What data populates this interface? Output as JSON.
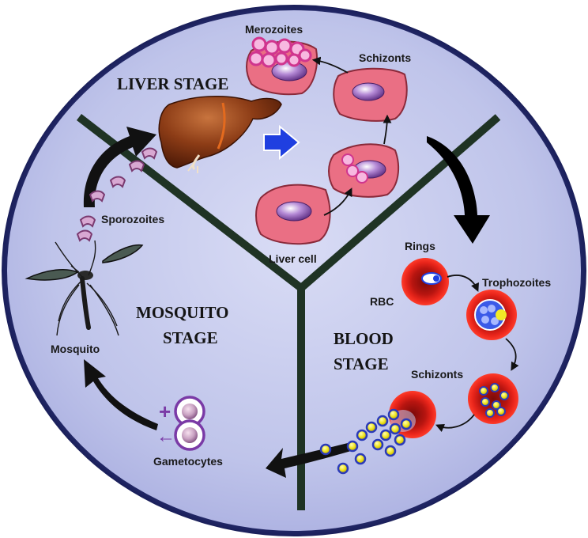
{
  "stages": {
    "liver": "LIVER STAGE",
    "mosquito_line1": "MOSQUITO",
    "mosquito_line2": "STAGE",
    "blood_line1": "BLOOD",
    "blood_line2": "STAGE"
  },
  "labels": {
    "merozoites": "Merozoites",
    "schizonts_liver": "Schizonts",
    "sporozoites": "Sporozoites",
    "liver_cell": "Liver cell",
    "rings": "Rings",
    "trophozoites": "Trophozoites",
    "rbc": "RBC",
    "schizonts_blood": "Schizonts",
    "mosquito": "Mosquito",
    "gametocytes": "Gametocytes"
  },
  "gametocyte_symbols": {
    "male": "+",
    "female": "←"
  },
  "colors": {
    "background_disc": "#c3c8ec",
    "divider": "#1f3324",
    "liver_cell_fill": "#ea6f84",
    "rbc_red": "#e21c12",
    "merozoite_pink": "#f07ac4",
    "parasite_blue": "#4a6ae0",
    "parasite_yellow": "#f2ea26",
    "gametocyte_purple": "#7a3aa6",
    "liver_brown": "#7a3312",
    "blue_arrow": "#1f3fe0"
  }
}
